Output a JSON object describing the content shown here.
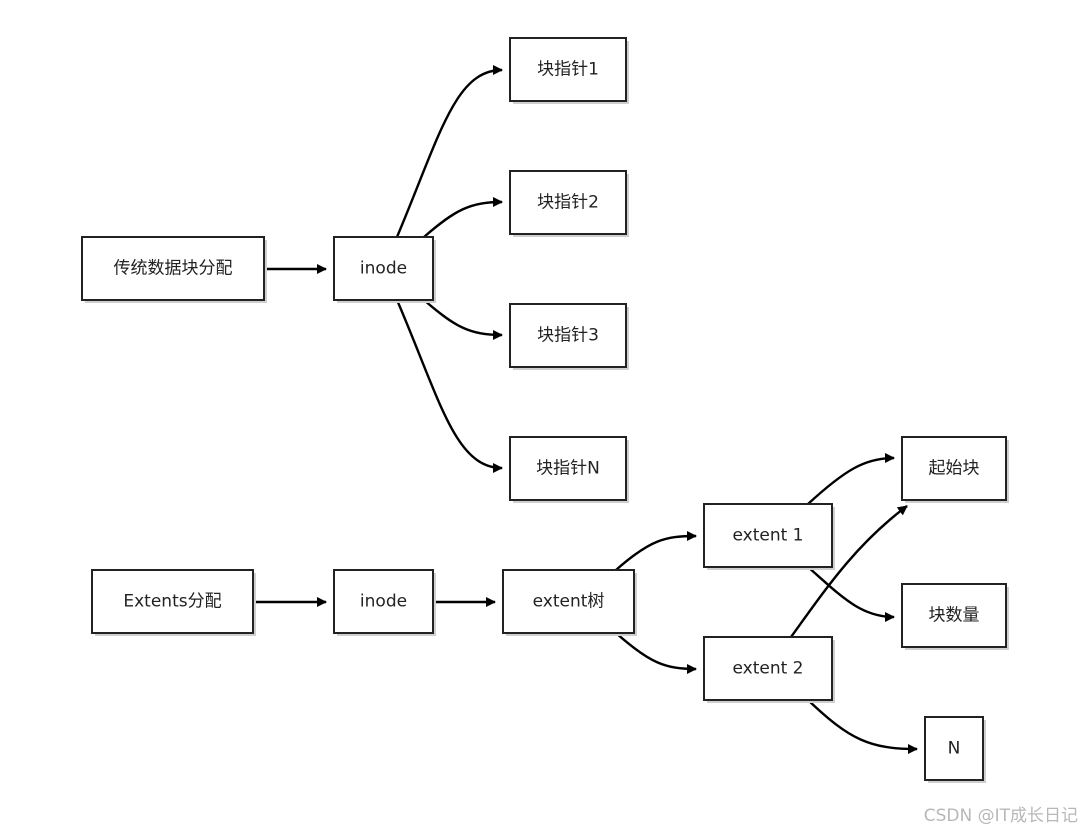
{
  "diagram": {
    "nodes": [
      {
        "id": "trad",
        "label": "传统数据块分配"
      },
      {
        "id": "inode1",
        "label": "inode"
      },
      {
        "id": "bp1",
        "label": "块指针1"
      },
      {
        "id": "bp2",
        "label": "块指针2"
      },
      {
        "id": "bp3",
        "label": "块指针3"
      },
      {
        "id": "bpn",
        "label": "块指针N"
      },
      {
        "id": "extents",
        "label": "Extents分配"
      },
      {
        "id": "inode2",
        "label": "inode"
      },
      {
        "id": "tree",
        "label": "extent树"
      },
      {
        "id": "ext1",
        "label": "extent 1"
      },
      {
        "id": "ext2",
        "label": "extent 2"
      },
      {
        "id": "start",
        "label": "起始块"
      },
      {
        "id": "count",
        "label": "块数量"
      },
      {
        "id": "n",
        "label": "N"
      }
    ],
    "edges": [
      {
        "from": "trad",
        "to": "inode1"
      },
      {
        "from": "inode1",
        "to": "bp1"
      },
      {
        "from": "inode1",
        "to": "bp2"
      },
      {
        "from": "inode1",
        "to": "bp3"
      },
      {
        "from": "inode1",
        "to": "bpn"
      },
      {
        "from": "extents",
        "to": "inode2"
      },
      {
        "from": "inode2",
        "to": "tree"
      },
      {
        "from": "tree",
        "to": "ext1"
      },
      {
        "from": "tree",
        "to": "ext2"
      },
      {
        "from": "ext1",
        "to": "start"
      },
      {
        "from": "ext1",
        "to": "count"
      },
      {
        "from": "ext2",
        "to": "start"
      },
      {
        "from": "ext2",
        "to": "n"
      }
    ]
  },
  "watermark": "CSDN @IT成长日记"
}
